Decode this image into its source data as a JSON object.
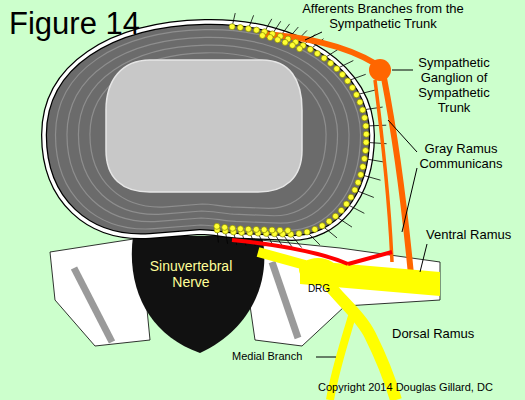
{
  "diagram": {
    "title": "Figure 14",
    "labels": [
      "Afferents Branches from the Sympathetic Trunk",
      "Sympathetic Ganglion of Sympathetic Trunk",
      "Gray Ramus Communicans",
      "Ventral Ramus",
      "Sinuvertebral Nerve",
      "DRG",
      "Dorsal Ramus",
      "Medial Branch",
      "Copyright 2014 Douglas Gillard, DC"
    ]
  }
}
